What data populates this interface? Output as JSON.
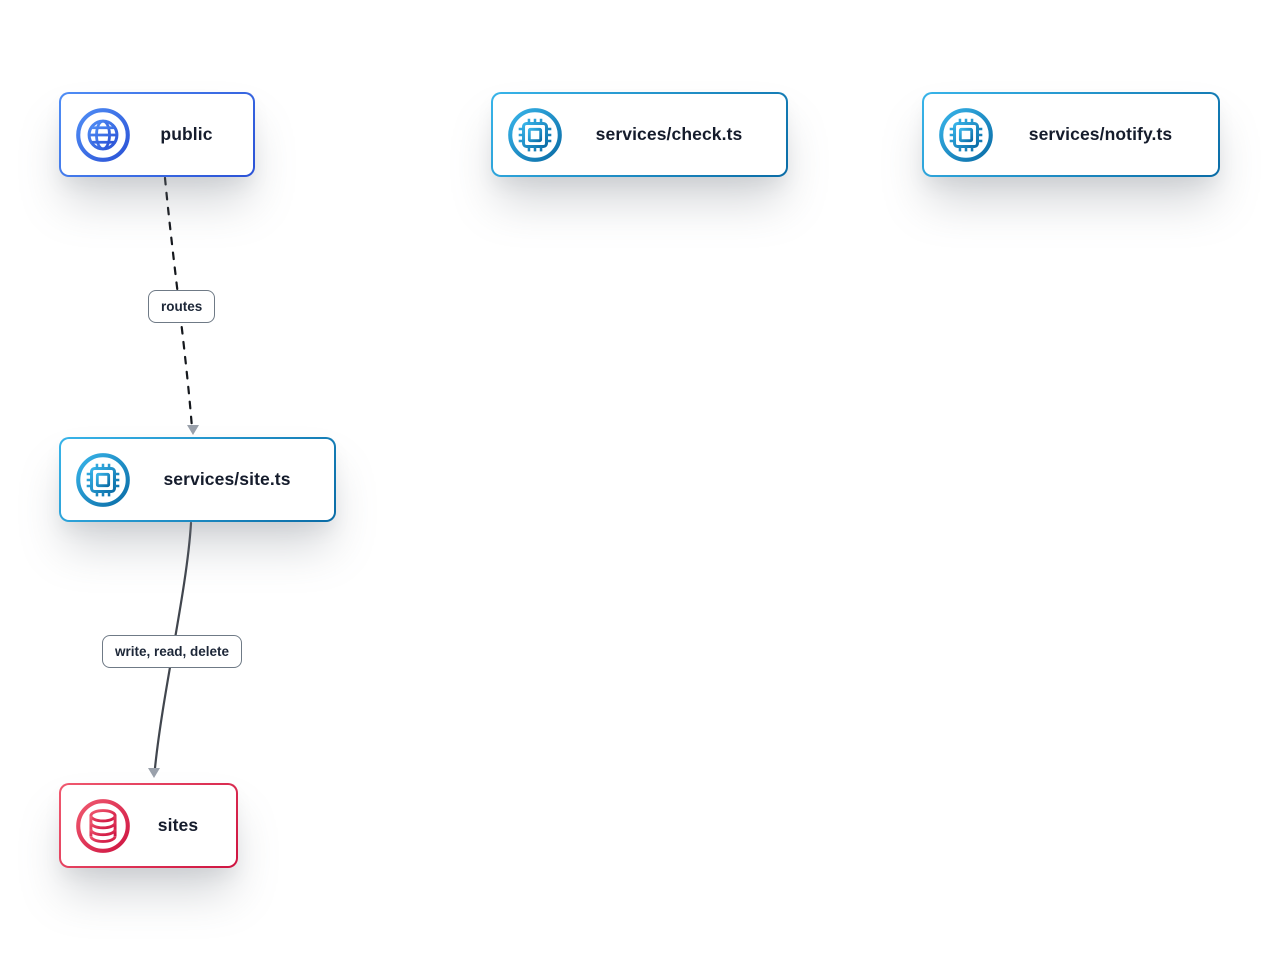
{
  "diagram": {
    "background": "#ffffff",
    "nodes": [
      {
        "label": "public",
        "icon": "globe-icon",
        "accent_from": "#4f8df5",
        "accent_to": "#2b52d6"
      },
      {
        "label": "services/check.ts",
        "icon": "chip-icon",
        "accent_from": "#38b4e9",
        "accent_to": "#0a6ca6"
      },
      {
        "label": "services/notify.ts",
        "icon": "chip-icon",
        "accent_from": "#38b4e9",
        "accent_to": "#0a6ca6"
      },
      {
        "label": "services/site.ts",
        "icon": "chip-icon",
        "accent_from": "#38b4e9",
        "accent_to": "#0a6ca6"
      },
      {
        "label": "sites",
        "icon": "database-icon",
        "accent_from": "#f0596f",
        "accent_to": "#ce1441"
      }
    ],
    "edges": [
      {
        "from": "public",
        "to": "services/site.ts",
        "label": "routes",
        "style": "dashed",
        "line_color": "#15181d",
        "arrow_color": "#9aa1ab"
      },
      {
        "from": "services/site.ts",
        "to": "sites",
        "label": "write, read, delete",
        "style": "solid",
        "line_color": "#41464e",
        "arrow_color": "#9aa1ab"
      }
    ],
    "label_box": {
      "border_color": "#6f7a86",
      "text_color": "#1d2738"
    },
    "node_text_color": "#151c2c"
  }
}
